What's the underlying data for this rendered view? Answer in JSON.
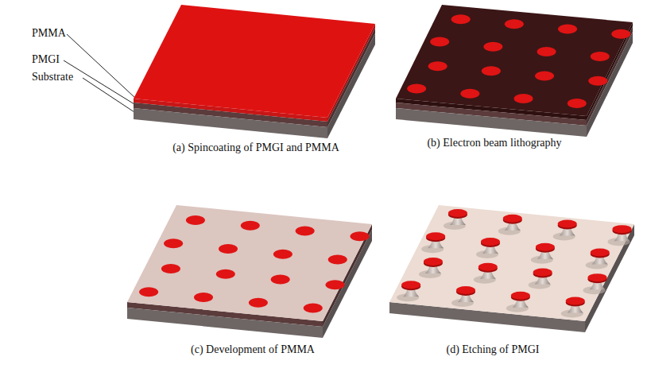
{
  "diagram": {
    "labels": [
      "PMMA",
      "PMGI",
      "Substrate",
      "(a) Spincoating of PMGI and PMMA",
      "(b) Electron beam lithography",
      "(c) Development of PMMA",
      "(d) Etching of PMGI"
    ]
  }
}
